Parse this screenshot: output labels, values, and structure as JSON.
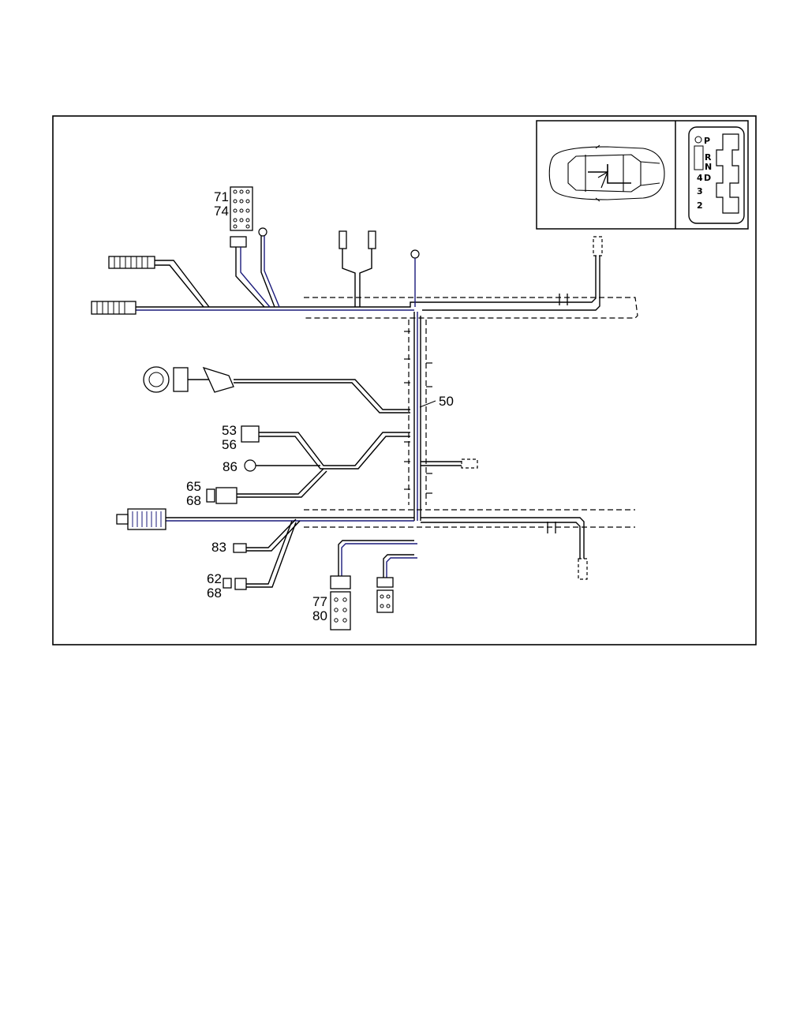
{
  "diagram": {
    "callouts": {
      "c71": "71",
      "c74": "74",
      "c50": "50",
      "c53": "53",
      "c56": "56",
      "c86": "86",
      "c65": "65",
      "c68a": "68",
      "c83": "83",
      "c62": "62",
      "c68b": "68",
      "c77": "77",
      "c80": "80"
    },
    "gear_selector": {
      "positions": [
        "P",
        "R",
        "N",
        "4",
        "D",
        "3",
        "2"
      ]
    }
  }
}
